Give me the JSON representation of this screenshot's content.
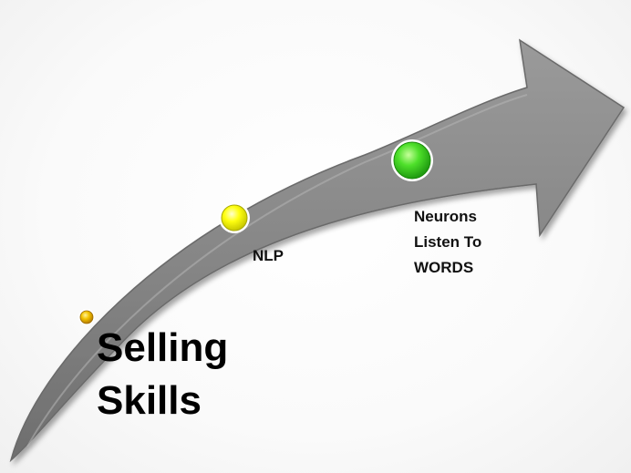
{
  "stages": [
    {
      "label": "",
      "color": "#e0a800"
    },
    {
      "label": "NLP",
      "color": "#ffff00"
    },
    {
      "label": "Neurons\nListen To\nWORDS",
      "color": "#33cc22"
    }
  ],
  "title": "Selling\nSkills",
  "arrow_color": "#8c8c8c"
}
